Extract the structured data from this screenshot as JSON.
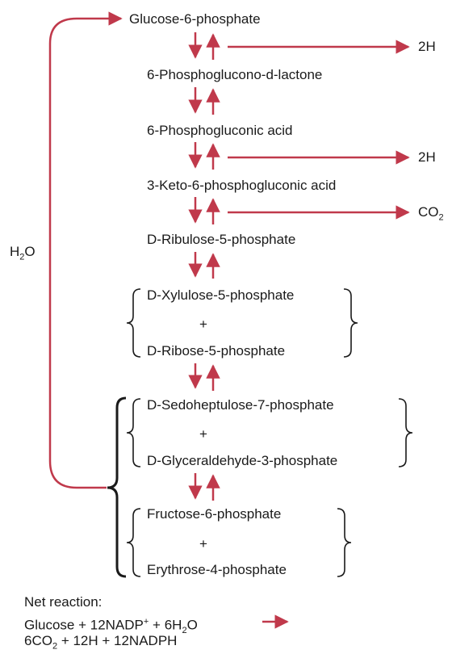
{
  "compounds": {
    "glucose6p": "Glucose-6-phosphate",
    "lactone": "6-Phosphoglucono-d-lactone",
    "gluconic": "6-Phosphogluconic acid",
    "keto": "3-Keto-6-phosphogluconic acid",
    "ribulose": "D-Ribulose-5-phosphate",
    "xylulose": "D-Xylulose-5-phosphate",
    "ribose": "D-Ribose-5-phosphate",
    "sedoheptulose": "D-Sedoheptulose-7-phosphate",
    "glyceraldehyde": "D-Glyceraldehyde-3-phosphate",
    "fructose": "Fructose-6-phosphate",
    "erythrose": "Erythrose-4-phosphate"
  },
  "plus": "+",
  "products": {
    "h_first": "2H",
    "h_second": "2H",
    "co2_main": "CO",
    "co2_sub": "2"
  },
  "water": {
    "main_h": "H",
    "sub": "2",
    "main_o": "O"
  },
  "net_reaction": {
    "heading": "Net reaction:",
    "line1_a": "Glucose + 12NADP",
    "line1_sup": "+",
    "line1_b": " + 6H",
    "line1_sub": "2",
    "line1_c": "O",
    "line2_a": "6CO",
    "line2_sub": "2",
    "line2_b": " + 12H + 12NADPH"
  },
  "colors": {
    "arrow": "#c0394b",
    "text": "#1a1a1a"
  }
}
